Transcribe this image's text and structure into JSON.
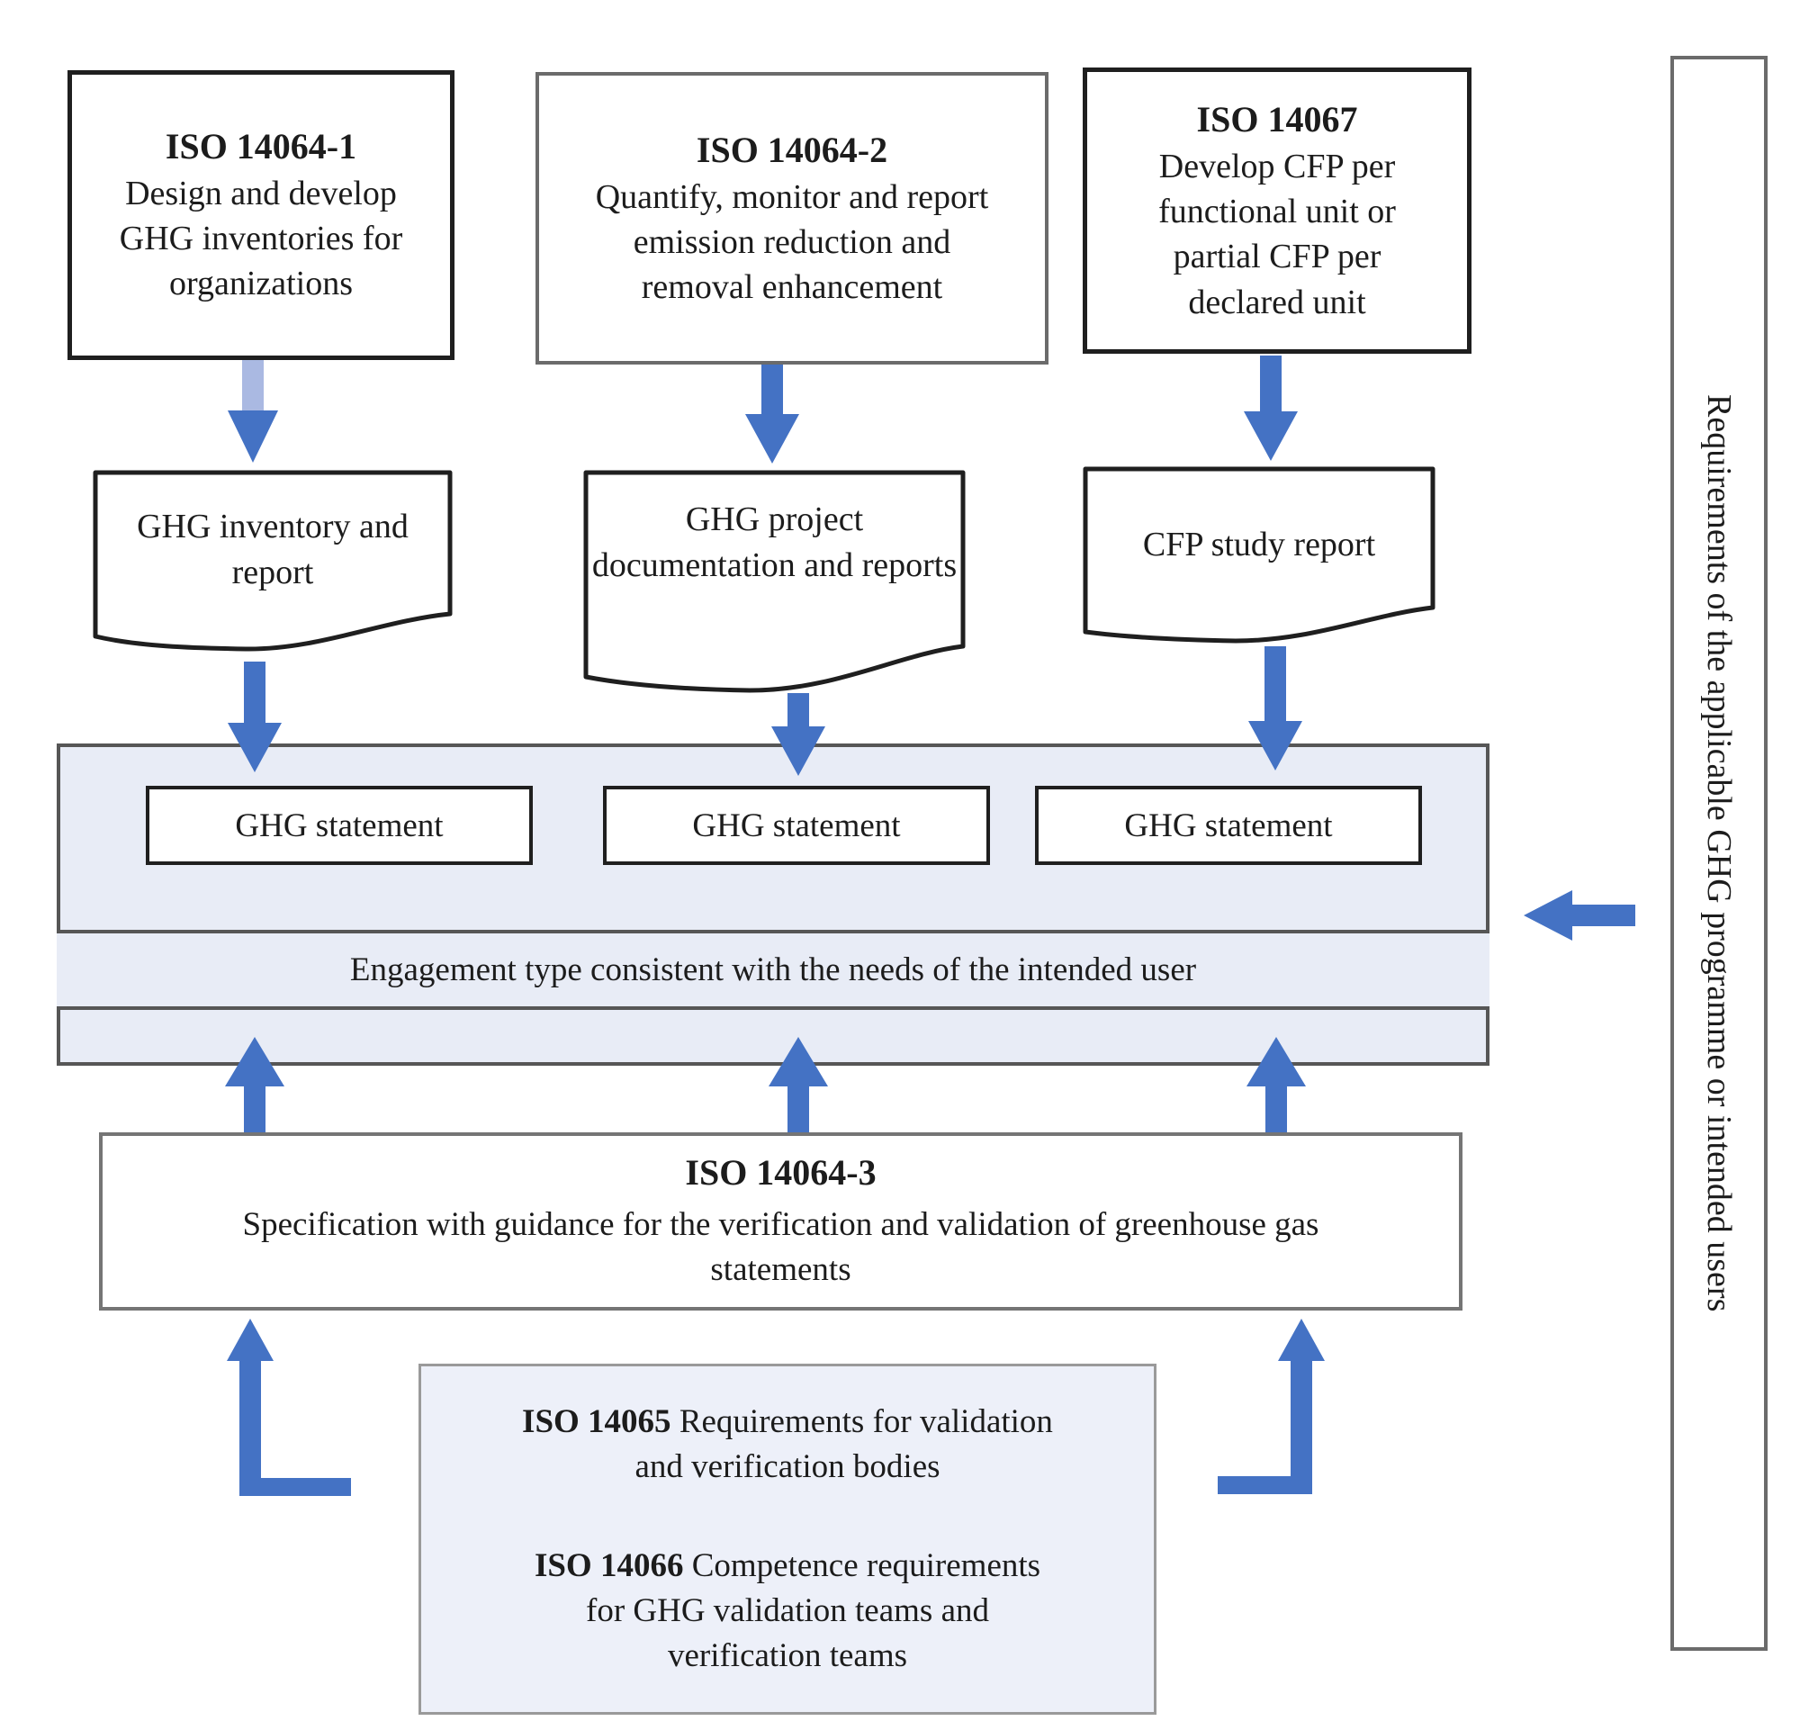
{
  "diagram": {
    "standards": [
      {
        "title": "ISO 14064-1",
        "description": "Design and develop GHG inventories for organizations"
      },
      {
        "title": "ISO 14064-2",
        "description": "Quantify, monitor and report emission reduction and removal enhancement"
      },
      {
        "title": "ISO 14067",
        "description": "Develop CFP per functional unit or partial CFP per declared unit"
      }
    ],
    "documents": [
      {
        "label": "GHG inventory and report"
      },
      {
        "label": "GHG project documentation and reports"
      },
      {
        "label": "CFP study report"
      }
    ],
    "panel": {
      "statements": [
        "GHG statement",
        "GHG statement",
        "GHG statement"
      ],
      "engagement": "Engagement type consistent with the needs of the intended user"
    },
    "verification": {
      "title": "ISO 14064-3",
      "description": "Specification with guidance for the verification and validation of greenhouse gas statements"
    },
    "bodies": {
      "items": [
        {
          "code": "ISO 14065",
          "text": " Requirements for validation and verification bodies"
        },
        {
          "code": "ISO 14066",
          "text": " Competence requirements for GHG validation teams and verification teams"
        }
      ]
    },
    "sidebar": {
      "label": "Requirements of the applicable GHG programme or intended users"
    },
    "colors": {
      "arrow": "#4472c4",
      "arrow_light": "#aab9e2",
      "panel_fill": "#e8ecf6",
      "bodies_fill": "#edf0f9",
      "line_dark": "#1f1f1f",
      "line_gray": "#6b6b6b",
      "line_soft": "#565656",
      "text": "#1c1c1c"
    }
  }
}
